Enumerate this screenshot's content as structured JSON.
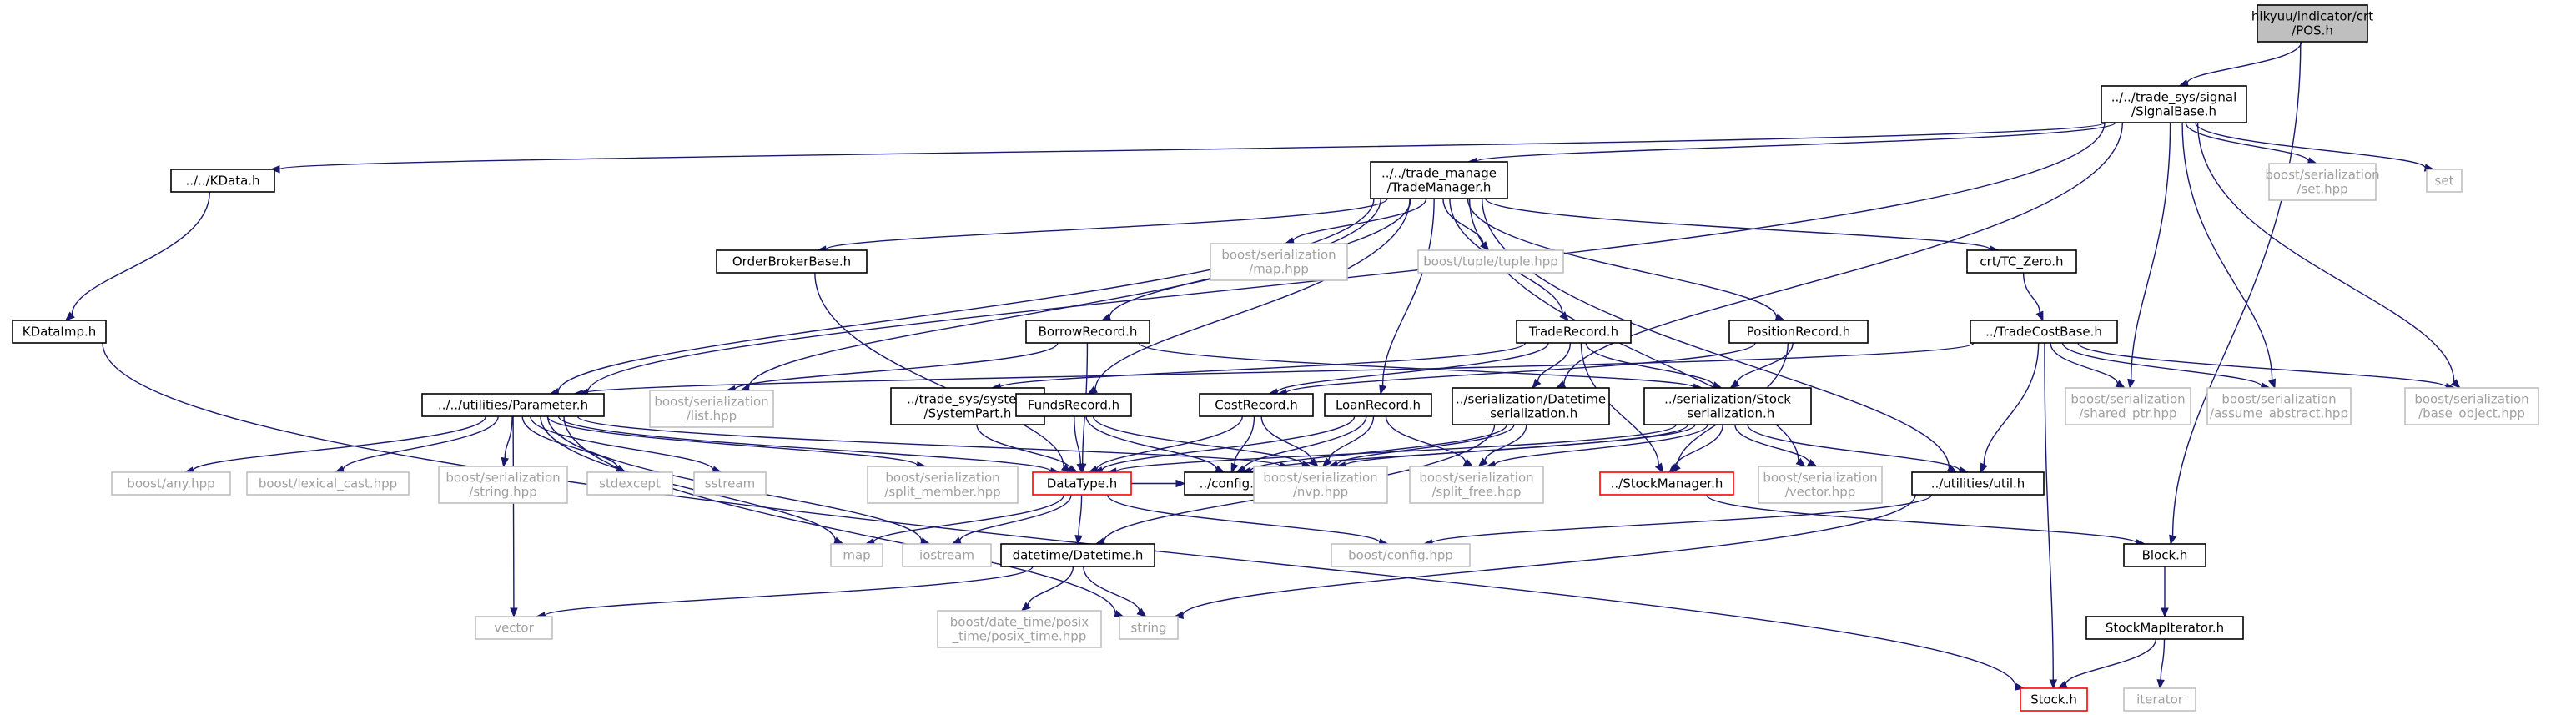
{
  "diagram": {
    "kind": "include-dependency-graph",
    "colors": {
      "edge": "#191970",
      "root_fill": "#bfbfbf",
      "documented_border": "#000000",
      "external_border": "#bfbfbf",
      "truncated_border": "#ff0000",
      "external_text": "#a0a0a0"
    },
    "nodes": [
      {
        "id": "pos",
        "lines": [
          "hikyuu/indicator/crt",
          "/POS.h"
        ],
        "style": "root"
      },
      {
        "id": "signalbase",
        "lines": [
          "../../trade_sys/signal",
          "/SignalBase.h"
        ],
        "style": "black"
      },
      {
        "id": "kdata",
        "lines": [
          "../../KData.h"
        ],
        "style": "black"
      },
      {
        "id": "trademanager",
        "lines": [
          "../../trade_manage",
          "/TradeManager.h"
        ],
        "style": "black"
      },
      {
        "id": "sethpp",
        "lines": [
          "boost/serialization",
          "/set.hpp"
        ],
        "style": "grey"
      },
      {
        "id": "set",
        "lines": [
          "set"
        ],
        "style": "grey"
      },
      {
        "id": "orderbroker",
        "lines": [
          "OrderBrokerBase.h"
        ],
        "style": "black"
      },
      {
        "id": "maphpp",
        "lines": [
          "boost/serialization",
          "/map.hpp"
        ],
        "style": "grey"
      },
      {
        "id": "tuple",
        "lines": [
          "boost/tuple/tuple.hpp"
        ],
        "style": "grey"
      },
      {
        "id": "tczero",
        "lines": [
          "crt/TC_Zero.h"
        ],
        "style": "black"
      },
      {
        "id": "kdataimp",
        "lines": [
          "KDataImp.h"
        ],
        "style": "black"
      },
      {
        "id": "borrow",
        "lines": [
          "BorrowRecord.h"
        ],
        "style": "black"
      },
      {
        "id": "traderecord",
        "lines": [
          "TradeRecord.h"
        ],
        "style": "black"
      },
      {
        "id": "position",
        "lines": [
          "PositionRecord.h"
        ],
        "style": "black"
      },
      {
        "id": "tradecost",
        "lines": [
          "../TradeCostBase.h"
        ],
        "style": "black"
      },
      {
        "id": "parameter",
        "lines": [
          "../../utilities/Parameter.h"
        ],
        "style": "black"
      },
      {
        "id": "listhpp",
        "lines": [
          "boost/serialization",
          "/list.hpp"
        ],
        "style": "grey"
      },
      {
        "id": "systempart",
        "lines": [
          "../trade_sys/system",
          "/SystemPart.h"
        ],
        "style": "black"
      },
      {
        "id": "funds",
        "lines": [
          "FundsRecord.h"
        ],
        "style": "black"
      },
      {
        "id": "cost",
        "lines": [
          "CostRecord.h"
        ],
        "style": "black"
      },
      {
        "id": "loan",
        "lines": [
          "LoanRecord.h"
        ],
        "style": "black"
      },
      {
        "id": "sdatetime",
        "lines": [
          "../serialization/Datetime",
          "_serialization.h"
        ],
        "style": "black"
      },
      {
        "id": "sstock",
        "lines": [
          "../serialization/Stock",
          "_serialization.h"
        ],
        "style": "black"
      },
      {
        "id": "sharedptr",
        "lines": [
          "boost/serialization",
          "/shared_ptr.hpp"
        ],
        "style": "grey"
      },
      {
        "id": "assumeabs",
        "lines": [
          "boost/serialization",
          "/assume_abstract.hpp"
        ],
        "style": "grey"
      },
      {
        "id": "baseobj",
        "lines": [
          "boost/serialization",
          "/base_object.hpp"
        ],
        "style": "grey"
      },
      {
        "id": "anyhpp",
        "lines": [
          "boost/any.hpp"
        ],
        "style": "grey"
      },
      {
        "id": "lexical",
        "lines": [
          "boost/lexical_cast.hpp"
        ],
        "style": "grey"
      },
      {
        "id": "stringhpp",
        "lines": [
          "boost/serialization",
          "/string.hpp"
        ],
        "style": "grey"
      },
      {
        "id": "stdexcept",
        "lines": [
          "stdexcept"
        ],
        "style": "grey"
      },
      {
        "id": "sstream",
        "lines": [
          "sstream"
        ],
        "style": "grey"
      },
      {
        "id": "splitmember",
        "lines": [
          "boost/serialization",
          "/split_member.hpp"
        ],
        "style": "grey"
      },
      {
        "id": "datatype",
        "lines": [
          "DataType.h"
        ],
        "style": "red"
      },
      {
        "id": "config",
        "lines": [
          "../config.h"
        ],
        "style": "black"
      },
      {
        "id": "nvp",
        "lines": [
          "boost/serialization",
          "/nvp.hpp"
        ],
        "style": "grey"
      },
      {
        "id": "splitfree",
        "lines": [
          "boost/serialization",
          "/split_free.hpp"
        ],
        "style": "grey"
      },
      {
        "id": "stockmanager",
        "lines": [
          "../StockManager.h"
        ],
        "style": "red"
      },
      {
        "id": "vectorhpp",
        "lines": [
          "boost/serialization",
          "/vector.hpp"
        ],
        "style": "grey"
      },
      {
        "id": "util",
        "lines": [
          "../utilities/util.h"
        ],
        "style": "black"
      },
      {
        "id": "map",
        "lines": [
          "map"
        ],
        "style": "grey"
      },
      {
        "id": "iostream",
        "lines": [
          "iostream"
        ],
        "style": "grey"
      },
      {
        "id": "datetime",
        "lines": [
          "datetime/Datetime.h"
        ],
        "style": "black"
      },
      {
        "id": "boostconfig",
        "lines": [
          "boost/config.hpp"
        ],
        "style": "grey"
      },
      {
        "id": "block",
        "lines": [
          "Block.h"
        ],
        "style": "black"
      },
      {
        "id": "vector",
        "lines": [
          "vector"
        ],
        "style": "grey"
      },
      {
        "id": "posixtime",
        "lines": [
          "boost/date_time/posix",
          "_time/posix_time.hpp"
        ],
        "style": "grey"
      },
      {
        "id": "string",
        "lines": [
          "string"
        ],
        "style": "grey"
      },
      {
        "id": "stockmapit",
        "lines": [
          "StockMapIterator.h"
        ],
        "style": "black"
      },
      {
        "id": "stock",
        "lines": [
          "Stock.h"
        ],
        "style": "red"
      },
      {
        "id": "iterator",
        "lines": [
          "iterator"
        ],
        "style": "grey"
      }
    ],
    "edges": [
      [
        "pos",
        "signalbase"
      ],
      [
        "pos",
        "block"
      ],
      [
        "signalbase",
        "kdata"
      ],
      [
        "signalbase",
        "trademanager"
      ],
      [
        "signalbase",
        "sethpp"
      ],
      [
        "signalbase",
        "set"
      ],
      [
        "signalbase",
        "parameter"
      ],
      [
        "signalbase",
        "sharedptr"
      ],
      [
        "signalbase",
        "assumeabs"
      ],
      [
        "signalbase",
        "baseobj"
      ],
      [
        "signalbase",
        "sdatetime"
      ],
      [
        "kdata",
        "kdataimp"
      ],
      [
        "kdataimp",
        "stock"
      ],
      [
        "trademanager",
        "orderbroker"
      ],
      [
        "trademanager",
        "maphpp"
      ],
      [
        "trademanager",
        "tuple"
      ],
      [
        "trademanager",
        "tczero"
      ],
      [
        "trademanager",
        "borrow"
      ],
      [
        "trademanager",
        "traderecord"
      ],
      [
        "trademanager",
        "position"
      ],
      [
        "trademanager",
        "funds"
      ],
      [
        "trademanager",
        "loan"
      ],
      [
        "trademanager",
        "parameter"
      ],
      [
        "trademanager",
        "listhpp"
      ],
      [
        "trademanager",
        "util"
      ],
      [
        "trademanager",
        "vectorhpp"
      ],
      [
        "orderbroker",
        "datatype"
      ],
      [
        "tczero",
        "tradecost"
      ],
      [
        "borrow",
        "listhpp"
      ],
      [
        "borrow",
        "datatype"
      ],
      [
        "borrow",
        "sstock"
      ],
      [
        "traderecord",
        "cost"
      ],
      [
        "traderecord",
        "sdatetime"
      ],
      [
        "traderecord",
        "sstock"
      ],
      [
        "traderecord",
        "stockmanager"
      ],
      [
        "traderecord",
        "systempart"
      ],
      [
        "position",
        "cost"
      ],
      [
        "position",
        "sstock"
      ],
      [
        "position",
        "stockmanager"
      ],
      [
        "tradecost",
        "parameter"
      ],
      [
        "tradecost",
        "sharedptr"
      ],
      [
        "tradecost",
        "assumeabs"
      ],
      [
        "tradecost",
        "baseobj"
      ],
      [
        "tradecost",
        "stock"
      ],
      [
        "tradecost",
        "util"
      ],
      [
        "parameter",
        "anyhpp"
      ],
      [
        "parameter",
        "lexical"
      ],
      [
        "parameter",
        "stringhpp"
      ],
      [
        "parameter",
        "stdexcept"
      ],
      [
        "parameter",
        "sstream"
      ],
      [
        "parameter",
        "splitmember"
      ],
      [
        "parameter",
        "datatype"
      ],
      [
        "parameter",
        "nvp"
      ],
      [
        "parameter",
        "map"
      ],
      [
        "parameter",
        "vector"
      ],
      [
        "parameter",
        "string"
      ],
      [
        "parameter",
        "iostream"
      ],
      [
        "systempart",
        "datatype"
      ],
      [
        "funds",
        "datatype"
      ],
      [
        "funds",
        "config"
      ],
      [
        "funds",
        "nvp"
      ],
      [
        "cost",
        "datatype"
      ],
      [
        "cost",
        "config"
      ],
      [
        "cost",
        "nvp"
      ],
      [
        "loan",
        "datatype"
      ],
      [
        "loan",
        "config"
      ],
      [
        "loan",
        "nvp"
      ],
      [
        "loan",
        "splitfree"
      ],
      [
        "sdatetime",
        "datetime"
      ],
      [
        "sdatetime",
        "nvp"
      ],
      [
        "sdatetime",
        "splitfree"
      ],
      [
        "sdatetime",
        "config"
      ],
      [
        "sstock",
        "stockmanager"
      ],
      [
        "sstock",
        "vectorhpp"
      ],
      [
        "sstock",
        "util"
      ],
      [
        "sstock",
        "nvp"
      ],
      [
        "sstock",
        "splitfree"
      ],
      [
        "sstock",
        "config"
      ],
      [
        "sstock",
        "datatype"
      ],
      [
        "datatype",
        "config"
      ],
      [
        "datatype",
        "map"
      ],
      [
        "datatype",
        "iostream"
      ],
      [
        "datatype",
        "datetime"
      ],
      [
        "datatype",
        "boostconfig"
      ],
      [
        "stockmanager",
        "block"
      ],
      [
        "util",
        "boostconfig"
      ],
      [
        "util",
        "string"
      ],
      [
        "datetime",
        "vector"
      ],
      [
        "datetime",
        "posixtime"
      ],
      [
        "datetime",
        "string"
      ],
      [
        "block",
        "stockmapit"
      ],
      [
        "stockmapit",
        "stock"
      ],
      [
        "stockmapit",
        "iterator"
      ]
    ]
  }
}
